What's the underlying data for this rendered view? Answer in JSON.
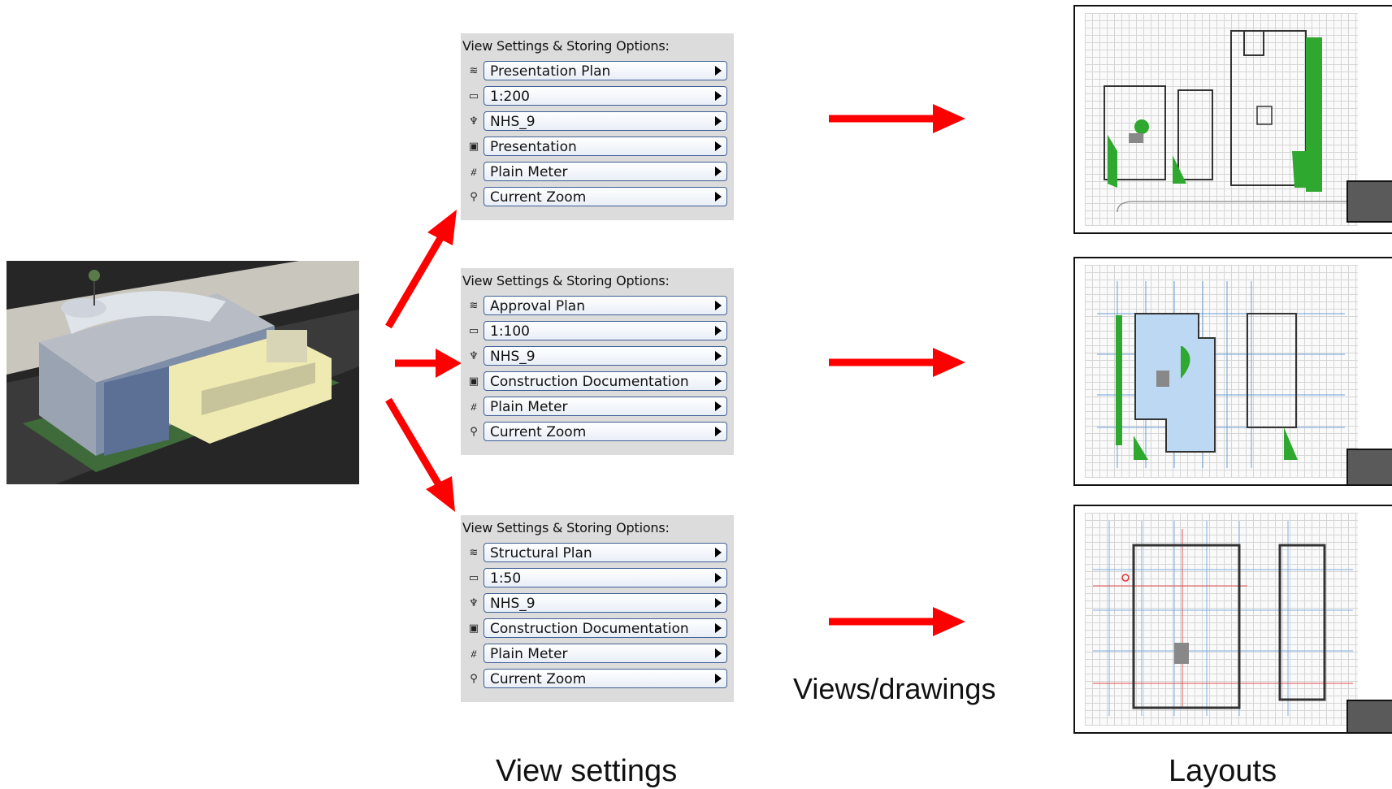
{
  "panels": [
    {
      "title": "View Settings & Storing Options:",
      "rows": [
        {
          "icon": "layers-icon",
          "glyph": "≋",
          "value": "Presentation Plan"
        },
        {
          "icon": "scale-icon",
          "glyph": "▭",
          "value": "1:200"
        },
        {
          "icon": "pen-set-icon",
          "glyph": "♆",
          "value": "NHS_9"
        },
        {
          "icon": "model-view-icon",
          "glyph": "▣",
          "value": "Presentation"
        },
        {
          "icon": "dimension-icon",
          "glyph": "⧣",
          "value": "Plain Meter"
        },
        {
          "icon": "zoom-icon",
          "glyph": "⚲",
          "value": "Current Zoom"
        }
      ]
    },
    {
      "title": "View Settings & Storing Options:",
      "rows": [
        {
          "icon": "layers-icon",
          "glyph": "≋",
          "value": "Approval Plan"
        },
        {
          "icon": "scale-icon",
          "glyph": "▭",
          "value": "1:100"
        },
        {
          "icon": "pen-set-icon",
          "glyph": "♆",
          "value": "NHS_9"
        },
        {
          "icon": "model-view-icon",
          "glyph": "▣",
          "value": "Construction Documentation"
        },
        {
          "icon": "dimension-icon",
          "glyph": "⧣",
          "value": "Plain Meter"
        },
        {
          "icon": "zoom-icon",
          "glyph": "⚲",
          "value": "Current Zoom"
        }
      ]
    },
    {
      "title": "View Settings & Storing Options:",
      "rows": [
        {
          "icon": "layers-icon",
          "glyph": "≋",
          "value": "Structural Plan"
        },
        {
          "icon": "scale-icon",
          "glyph": "▭",
          "value": "1:50"
        },
        {
          "icon": "pen-set-icon",
          "glyph": "♆",
          "value": "NHS_9"
        },
        {
          "icon": "model-view-icon",
          "glyph": "▣",
          "value": "Construction Documentation"
        },
        {
          "icon": "dimension-icon",
          "glyph": "⧣",
          "value": "Plain Meter"
        },
        {
          "icon": "zoom-icon",
          "glyph": "⚲",
          "value": "Current Zoom"
        }
      ]
    }
  ],
  "labels": {
    "views": "Views/drawings",
    "view_settings": "View settings",
    "layouts": "Layouts"
  },
  "colors": {
    "arrow": "#ff0000",
    "green_area": "#2fa82f",
    "field_border": "#3f5f95",
    "panel_bg": "#dcdcdc"
  }
}
